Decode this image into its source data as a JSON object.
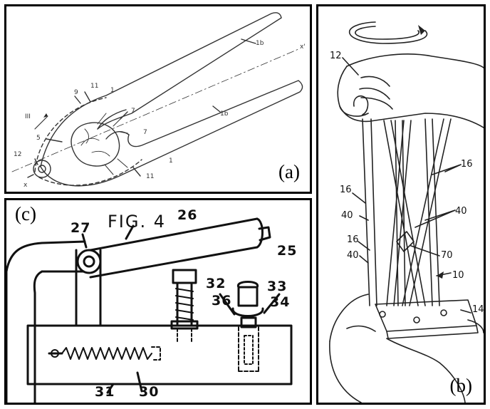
{
  "panels": {
    "a": {
      "letter": "(a)",
      "labels": {
        "handle_top": "1b",
        "x_prime": "x'",
        "jaw_upper": "1",
        "n9": "9",
        "n11_top": "11",
        "n7_top": "7",
        "roman": "III",
        "n5": "5",
        "n7_bottom": "7",
        "handle_bottom": "1b",
        "n12": "12",
        "n11_bottom": "11",
        "jaw_lower": "1",
        "x": "x"
      }
    },
    "c": {
      "letter": "(c)",
      "figure_title": "FIG. 4",
      "labels": {
        "n26": "26",
        "n27": "27",
        "n25": "25",
        "n32": "32",
        "n33": "33",
        "n36": "36",
        "n34": "34",
        "n31": "31",
        "n30": "30"
      }
    },
    "b": {
      "letter": "(b)",
      "labels": {
        "n12": "12",
        "n16_right": "16",
        "n16_left": "16",
        "n40_left": "40",
        "n40_right": "40",
        "n16_mid": "16",
        "n40_mid": "40",
        "n70": "70",
        "n10": "10",
        "n14": "14"
      }
    }
  },
  "colors": {
    "border": "#000000",
    "line": "#222222",
    "background": "#ffffff"
  }
}
